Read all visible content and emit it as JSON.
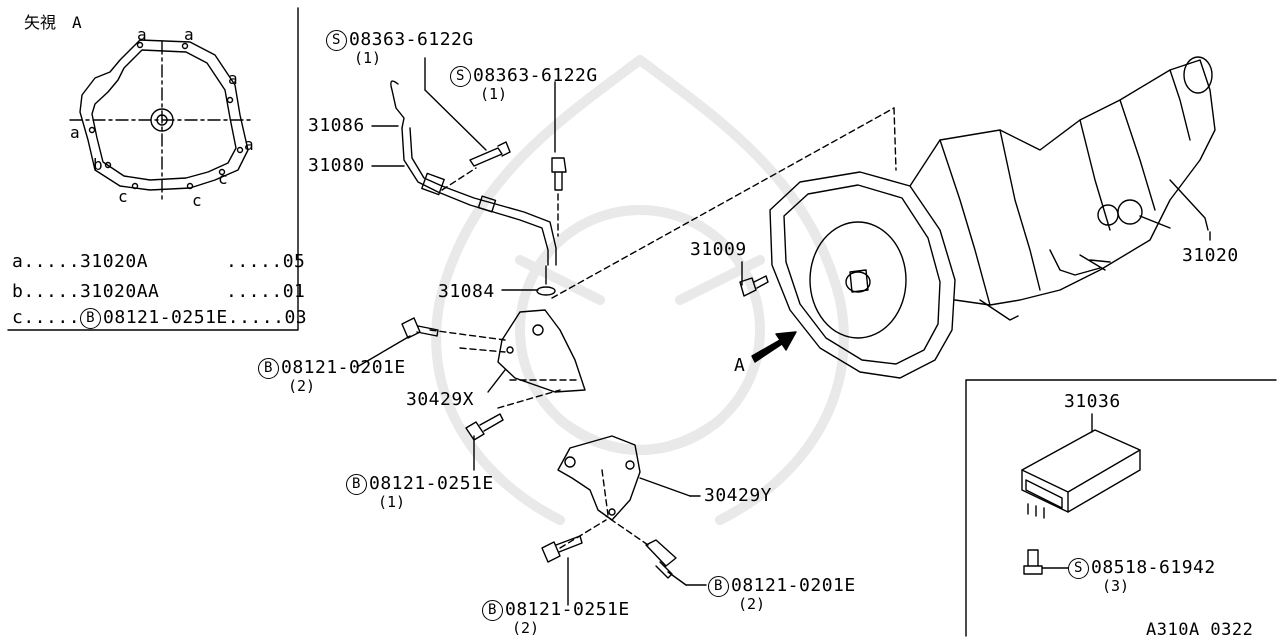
{
  "inset_view": {
    "title": "矢視　A",
    "point_labels": [
      "a",
      "a",
      "a",
      "a",
      "a",
      "b",
      "c",
      "c",
      "c"
    ],
    "legend": [
      {
        "key": "a",
        "dots": ".....",
        "part": "31020A",
        "qty_dots": ".....",
        "qty": "05"
      },
      {
        "key": "b",
        "dots": ".....",
        "part": "31020AA",
        "qty_dots": ".....",
        "qty": "01"
      },
      {
        "key": "c",
        "dots": ".....",
        "badge": "B",
        "part": "08121-0251E",
        "qty_dots": ".....",
        "qty": "03"
      }
    ]
  },
  "callouts": [
    {
      "id": "c1",
      "badge": "S",
      "part": "08363-6122G",
      "qty": "(1)"
    },
    {
      "id": "c2",
      "badge": "S",
      "part": "08363-6122G",
      "qty": "(1)"
    },
    {
      "id": "c3",
      "part": "31086"
    },
    {
      "id": "c4",
      "part": "31080"
    },
    {
      "id": "c5",
      "part": "31009"
    },
    {
      "id": "c6",
      "part": "31084"
    },
    {
      "id": "c7",
      "part": "31020"
    },
    {
      "id": "c8",
      "badge": "B",
      "part": "08121-0201E",
      "qty": "(2)"
    },
    {
      "id": "c9",
      "part": "30429X"
    },
    {
      "id": "c10",
      "badge": "B",
      "part": "08121-0251E",
      "qty": "(1)"
    },
    {
      "id": "c11",
      "part": "30429Y"
    },
    {
      "id": "c12",
      "badge": "B",
      "part": "08121-0201E",
      "qty": "(2)"
    },
    {
      "id": "c13",
      "badge": "B",
      "part": "08121-0251E",
      "qty": "(2)"
    }
  ],
  "view_arrow_label": "A",
  "module_box": {
    "part": "31036",
    "screw": {
      "badge": "S",
      "part": "08518-61942",
      "qty": "(3)"
    }
  },
  "diagram_code": "A310A 0322"
}
